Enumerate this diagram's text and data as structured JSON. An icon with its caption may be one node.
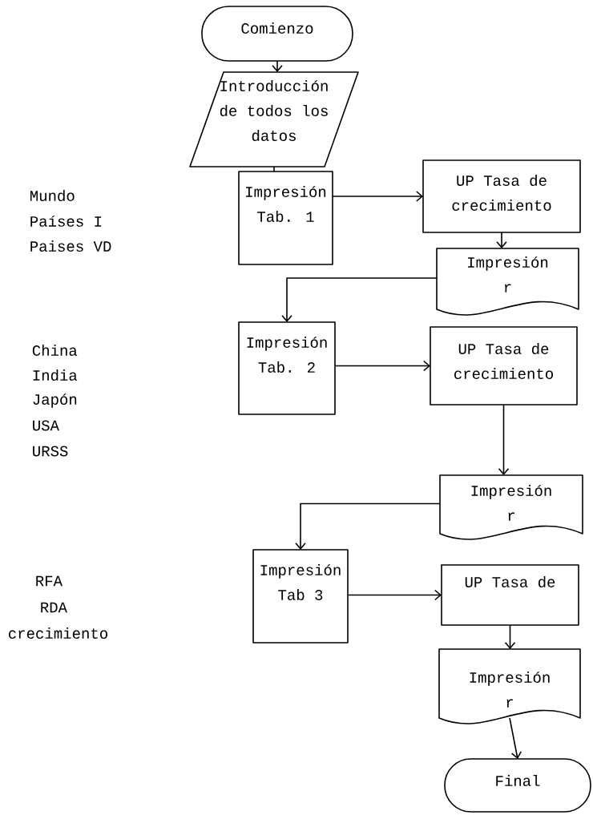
{
  "diagram": {
    "nodes": [
      {
        "text": [
          "Comienzo"
        ]
      },
      {
        "text": [
          "Introducción de todos los datos"
        ]
      },
      {
        "text": [
          "Impresión Tab. 1"
        ]
      },
      {
        "text": [
          "UP Tasa de crecimiento"
        ]
      },
      {
        "text": [
          "Impresión r"
        ]
      },
      {
        "text": [
          "Impresión Tab. 2"
        ]
      },
      {
        "text": [
          "UP Tasa de crecimiento"
        ]
      },
      {
        "text": [
          "Impresión r"
        ]
      },
      {
        "text": [
          "Impresión Tab 3"
        ]
      },
      {
        "text": [
          "UP Tasa de"
        ]
      },
      {
        "text": [
          "Impresión r"
        ]
      },
      {
        "text": [
          "Final"
        ]
      }
    ],
    "edges": [
      {
        "from": 0,
        "to": 1,
        "arrow": "to"
      },
      {
        "from": 1,
        "to": 2,
        "arrow": "none"
      },
      {
        "from": 2,
        "to": 3,
        "arrow": "to"
      },
      {
        "from": 3,
        "to": 4,
        "arrow": "to"
      },
      {
        "from": 4,
        "to": 5,
        "arrow": "to"
      },
      {
        "from": 5,
        "to": 6,
        "arrow": "to"
      },
      {
        "from": 6,
        "to": 7,
        "arrow": "to"
      },
      {
        "from": 7,
        "to": 8,
        "arrow": "to"
      },
      {
        "from": 8,
        "to": 9,
        "arrow": "to"
      },
      {
        "from": 9,
        "to": 10,
        "arrow": "to"
      },
      {
        "from": 10,
        "to": 11,
        "arrow": "to"
      }
    ],
    "labels": [
      "Mundo",
      "Países I",
      "Paises VD",
      "China",
      "India",
      "Japón",
      "USA",
      "URSS",
      "RFA",
      "RDA",
      "crecimiento"
    ]
  }
}
